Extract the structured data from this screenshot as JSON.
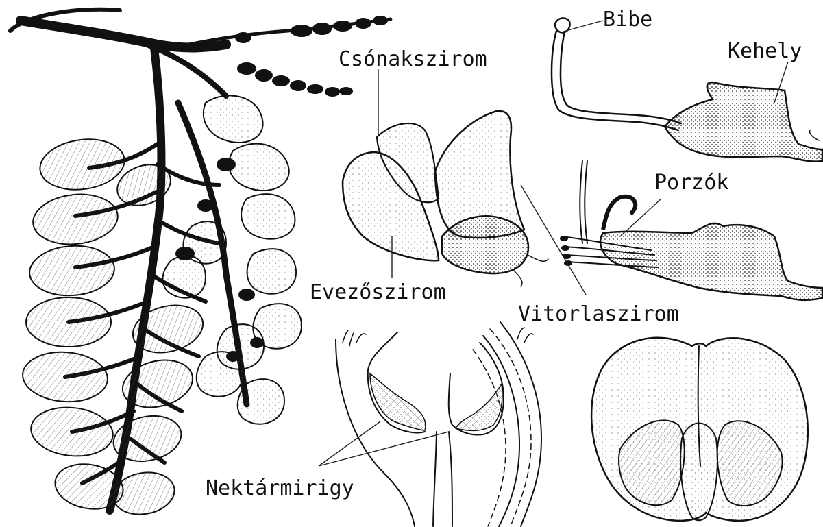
{
  "labels": {
    "bibe": "Bibe",
    "kehely": "Kehely",
    "csonakszirom": "Csónakszirom",
    "porzok": "Porzók",
    "evezoszirom": "Evezőszirom",
    "vitorlaszirom": "Vitorlaszirom",
    "nektarmirigy": "Nektármirigy"
  },
  "colors": {
    "ink": "#111111",
    "paper": "#ffffff",
    "stipple": "#333333"
  }
}
